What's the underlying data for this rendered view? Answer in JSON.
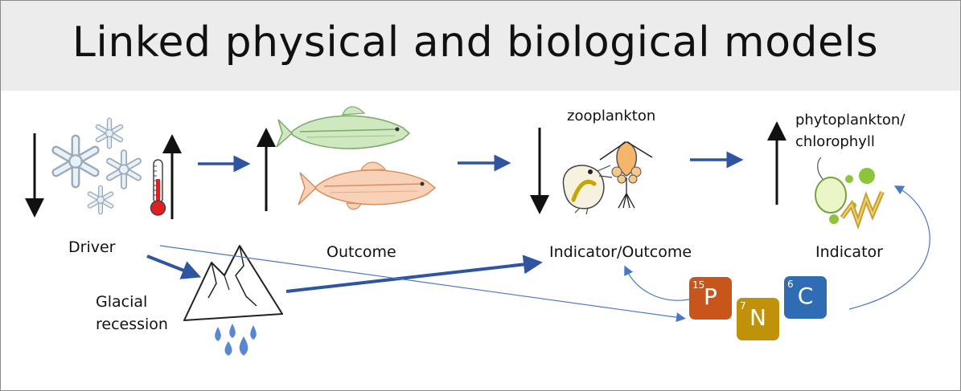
{
  "title": "Linked physical and biological models",
  "labels": {
    "driver": "Driver",
    "outcome": "Outcome",
    "indicator_outcome": "Indicator/Outcome",
    "indicator": "Indicator",
    "glacial_line1": "Glacial",
    "glacial_line2": "recession",
    "zooplankton": "zooplankton",
    "phyto_line1": "phytoplankton/",
    "phyto_line2": "chlorophyll"
  },
  "nutrients": [
    {
      "number": "15",
      "symbol": "P",
      "color": "#c8561a"
    },
    {
      "number": "7",
      "symbol": "N",
      "color": "#c0920a"
    },
    {
      "number": "6",
      "symbol": "C",
      "color": "#2f6cb3"
    }
  ],
  "icons": [
    "snowflake-icon",
    "thermometer-icon",
    "fish-icon",
    "zooplankton-icon",
    "phytoplankton-icon",
    "mountain-icon",
    "water-drops-icon"
  ],
  "colors": {
    "arrow_blue": "#2f55a0",
    "thin_blue": "#4a78c4",
    "title_bg": "#ececec"
  }
}
